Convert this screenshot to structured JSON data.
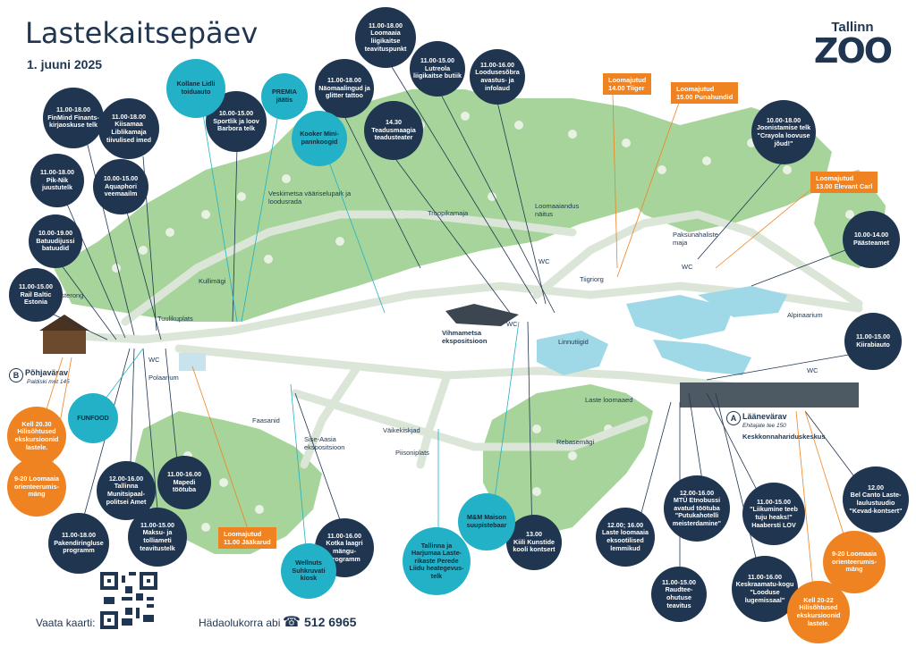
{
  "title": "Lastekaitsepäev",
  "date": "1. juuni 2025",
  "logo": {
    "line1": "Tallinn",
    "line2": "ZOO"
  },
  "footer": {
    "map_label": "Vaata kaarti:",
    "emergency_label": "Hädaolukorra abi",
    "phone": "512 6965"
  },
  "gates": {
    "north": {
      "letter": "B",
      "name": "Põhjavärav",
      "address": "Paldiski mnt 145"
    },
    "west": {
      "letter": "A",
      "name": "Läänevärav",
      "address": "Ehitajate tee 150"
    }
  },
  "place_labels": {
    "veskimetsa": "Veskimetsa vääriselupaik ja loodusrada",
    "troopikamaja": "Troopikamaja",
    "loomaaiandus": "Loomaaiandus näitus",
    "paksunahaliste": "Paksunahaliste maja",
    "lasterong": "Lasterong",
    "kullimagi": "Kullimägi",
    "tuulikuplats": "Tuulikuplats",
    "polaarium": "Polaarium",
    "tiigrioru": "Tiigriorg",
    "vihmametsa": "Vihmametsa ekspositsioon",
    "linnutiigid": "Linnutiigid",
    "alpinaarium": "Alpinaarium",
    "laste_loomaaed": "Laste loomaaed",
    "rebasemagi": "Rebasemägi",
    "keskkonnahariduskeskus": "Keskkonnahariduskeskus",
    "faasanid": "Faasanid",
    "sise_aasia": "Sise-Aasia ekspositsioon",
    "vaikekiskjad": "Väikekiskjad",
    "piisoniplats": "Piisoniplats",
    "wc1": "WC",
    "wc2": "WC",
    "wc3": "WC",
    "wc4": "WC",
    "wc5": "WC"
  },
  "navy_bubbles": [
    {
      "time": "11.00-18.00",
      "text": "FinMind Finants-kirjaoskuse telk"
    },
    {
      "time": "11.00-18.00",
      "text": "Kiisamaa Liblikamaja tiivulised imed"
    },
    {
      "time": "11.00-18.00",
      "text": "Pik-Nik juustutelk"
    },
    {
      "time": "10.00-15.00",
      "text": "Aquaphori veemaailm"
    },
    {
      "time": "10.00-19.00",
      "text": "Batuudijussi batuudid"
    },
    {
      "time": "11.00-15.00",
      "text": "Rail Baltic Estonia"
    },
    {
      "time": "10.00-15.00",
      "text": "Sportlik ja loov Barbora telk"
    },
    {
      "time": "11.00-18.00",
      "text": "Näomaalingud ja glitter tattoo"
    },
    {
      "time": "11.00-18.00",
      "text": "Loomaaia liigikaitse teavituspunkt"
    },
    {
      "time": "11.00-15.00",
      "text": "Lutreola liigikaitse butiik"
    },
    {
      "time": "11.00-16.00",
      "text": "Loodusesõbra avastus- ja infolaud"
    },
    {
      "time": "14.30",
      "text": "Teadusmaagia teadusteater"
    },
    {
      "time": "10.00-18.00",
      "text": "Joonistamise telk \"Crayola loovuse jõud!\""
    },
    {
      "time": "10.00-14.00",
      "text": "Päästeamet"
    },
    {
      "time": "11.00-15.00",
      "text": "Kiirabiauto"
    },
    {
      "time": "12.00-16.00",
      "text": "Tallinna Munitsipaal-politsei Amet"
    },
    {
      "time": "11.00-16.00",
      "text": "Mapedi töötuba"
    },
    {
      "time": "11.00-18.00",
      "text": "Pakendiringluse programm"
    },
    {
      "time": "11.00-15.00",
      "text": "Maksu- ja tolliameti teavitustelk"
    },
    {
      "time": "11.00-16.00",
      "text": "Kotka laagri mängu-programm"
    },
    {
      "time": "13.00",
      "text": "Kiili Kunstide kooli kontsert"
    },
    {
      "time": "12.00; 16.00",
      "text": "Laste loomaaia eksootilised lemmikud"
    },
    {
      "time": "12.00-16.00",
      "text": "MTÜ Etnobussi avatud töötuba \"Putukahotelli meisterdamine\""
    },
    {
      "time": "11.00-15.00",
      "text": "\"Liikumine teeb tuju heaks!\" Haabersti LOV"
    },
    {
      "time": "12.00",
      "text": "Bel Canto Laste-laulustuudio \"Kevad-kontsert\""
    },
    {
      "time": "11.00-15.00",
      "text": "Raudtee-ohutuse teavitus"
    },
    {
      "time": "11.00-16.00",
      "text": "Keskraamatu-kogu \"Looduse lugemissaal\""
    }
  ],
  "teal_bubbles": [
    {
      "text": "Kollane Lidli toiduauto"
    },
    {
      "text": "PREMIA jäätis"
    },
    {
      "text": "Kooker Mini-pannkoogid"
    },
    {
      "text": "FUNFOOD"
    },
    {
      "text": "Wellnuts Suhkruvati kiosk"
    },
    {
      "text": "Tallinna ja Harjumaa Laste-rikaste Perede Liidu heategevus-telk"
    },
    {
      "text": "M&M Maison suupistebaar"
    }
  ],
  "orange_bubbles": [
    {
      "text": "Kell 20.30 Hilisõhtused ekskursioonid lastele."
    },
    {
      "text": "9-20 Loomaaia orienteerumis-mäng"
    },
    {
      "text": "9-20 Loomaaia orienteerumis-mäng"
    },
    {
      "text": "Kell 20-22 Hilisõhtused ekskursioonid lastele."
    }
  ],
  "orange_boxes": [
    {
      "label": "Loomajutud",
      "event": "14.00 Tiiger"
    },
    {
      "label": "Loomajutud",
      "event": "15.00 Punahundid"
    },
    {
      "label": "Loomajutud",
      "event": "13.00 Elevant Carl"
    },
    {
      "label": "Loomajutud",
      "event": "11.00 Jääkarud"
    }
  ],
  "colors": {
    "navy": "#1f3550",
    "teal": "#23b1c7",
    "orange": "#f08321",
    "green": "#a6d49a",
    "path": "#dbe6d8",
    "water": "#9fd8e6"
  }
}
